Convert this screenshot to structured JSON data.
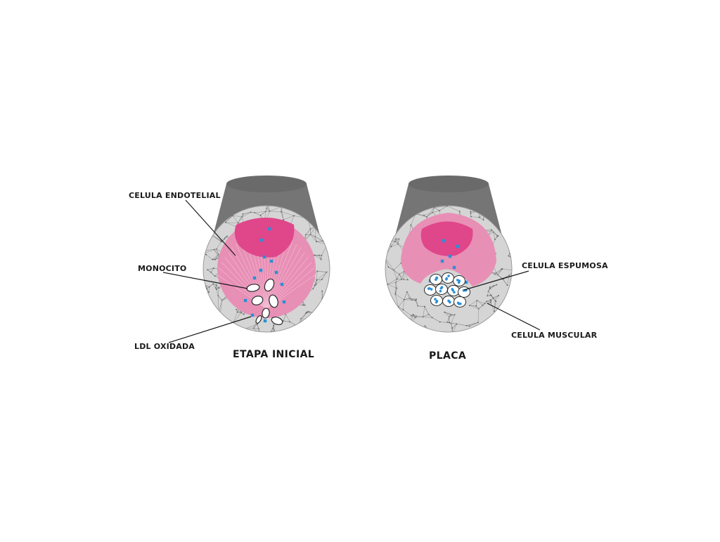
{
  "diagram": {
    "stage_initial": {
      "title": "ETAPA INICIAL",
      "labels": {
        "endothelial": "CELULA ENDOTELIAL",
        "monocyte": "MONOCITO",
        "oxidized_ldl": "LDL OXIDADA"
      }
    },
    "stage_plaque": {
      "title": "PLACA",
      "labels": {
        "foam_cell": "CELULA ESPUMOSA",
        "muscle_cell": "CELULA MUSCULAR"
      }
    },
    "colors": {
      "vessel_top": "#757575",
      "vessel_wall": "#d5d5d5",
      "mesh_line": "#8a8a8a",
      "lumen_outer": "#e88fb5",
      "lumen_inner": "#e0468a",
      "particle_blue": "#2b8fd6",
      "cell_white": "#ffffff"
    }
  }
}
